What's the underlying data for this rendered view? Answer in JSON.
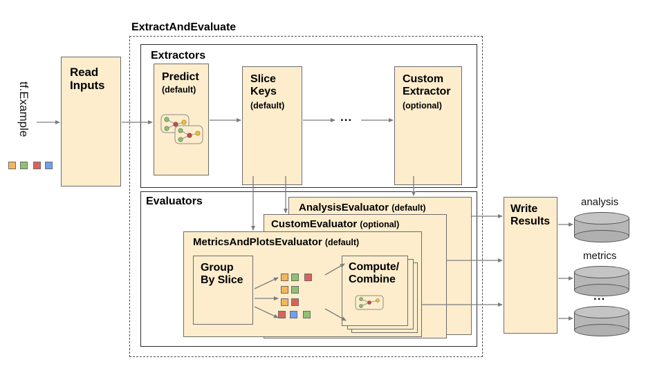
{
  "diagram": {
    "input_label": "tf.Example",
    "stage_read": "Read Inputs",
    "outer_group_title": "ExtractAndEvaluate",
    "extractors_title": "Extractors",
    "evaluators_title": "Evaluators",
    "extractors": [
      {
        "name": "Predict",
        "qualifier": "(default)",
        "icon": "model-graph-icon"
      },
      {
        "name_line1": "Slice",
        "name_line2": "Keys",
        "qualifier": "(default)"
      },
      {
        "ellipsis": "..."
      },
      {
        "name_line1": "Custom",
        "name_line2": "Extractor",
        "qualifier": "(optional)"
      }
    ],
    "evaluators": [
      {
        "name": "AnalysisEvaluator",
        "qualifier": "(default)"
      },
      {
        "name": "CustomEvaluator",
        "qualifier": "(optional)"
      },
      {
        "name": "MetricsAndPlotsEvaluator",
        "qualifier": "(default)"
      }
    ],
    "group_by_slice": {
      "line1": "Group",
      "line2": "By Slice"
    },
    "compute_combine": {
      "line1": "Compute/",
      "line2": "Combine",
      "icon": "model-graph-icon"
    },
    "write_results": {
      "line1": "Write",
      "line2": "Results"
    },
    "outputs": [
      {
        "label": "analysis",
        "icon": "database-cylinder-icon"
      },
      {
        "label": "metrics",
        "icon": "database-cylinder-icon"
      },
      {
        "label": "...",
        "icon": "database-cylinder-icon"
      }
    ],
    "slice_swatch_rows": [
      [
        "orange",
        "green",
        "red"
      ],
      [
        "orange",
        "green"
      ],
      [
        "orange",
        "red"
      ],
      [
        "red",
        "blue",
        "green"
      ]
    ],
    "input_swatches": [
      "orange",
      "green",
      "red",
      "blue"
    ],
    "colors": {
      "fill": "#fdedcd",
      "stroke": "#6b6b6b",
      "dark_stroke": "#2b2b2b",
      "arrow": "#808080",
      "cylinder": "#b7b7b7",
      "orange": "#f5b55c",
      "green": "#8fc173",
      "red": "#d9635b",
      "blue": "#6f9fee"
    }
  }
}
